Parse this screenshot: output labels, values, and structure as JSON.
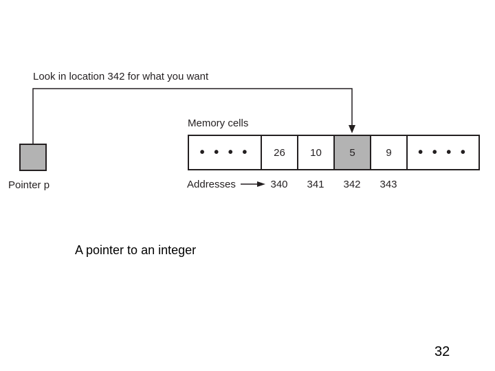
{
  "diagram": {
    "instruction": "Look in location 342 for what you want",
    "memory_label": "Memory cells",
    "pointer_label": "Pointer p",
    "addresses_label": "Addresses",
    "cells": [
      {
        "value": "• • • •",
        "highlight": false,
        "ellipsis": true
      },
      {
        "value": "26",
        "highlight": false,
        "ellipsis": false
      },
      {
        "value": "10",
        "highlight": false,
        "ellipsis": false
      },
      {
        "value": "5",
        "highlight": true,
        "ellipsis": false
      },
      {
        "value": "9",
        "highlight": false,
        "ellipsis": false
      },
      {
        "value": "• • • •",
        "highlight": false,
        "ellipsis": true
      }
    ],
    "addresses": [
      "340",
      "341",
      "342",
      "343"
    ],
    "highlight_color": "#b3b3b3",
    "line_color": "#231f20"
  },
  "caption": "A pointer to an integer",
  "slide_number": "32"
}
